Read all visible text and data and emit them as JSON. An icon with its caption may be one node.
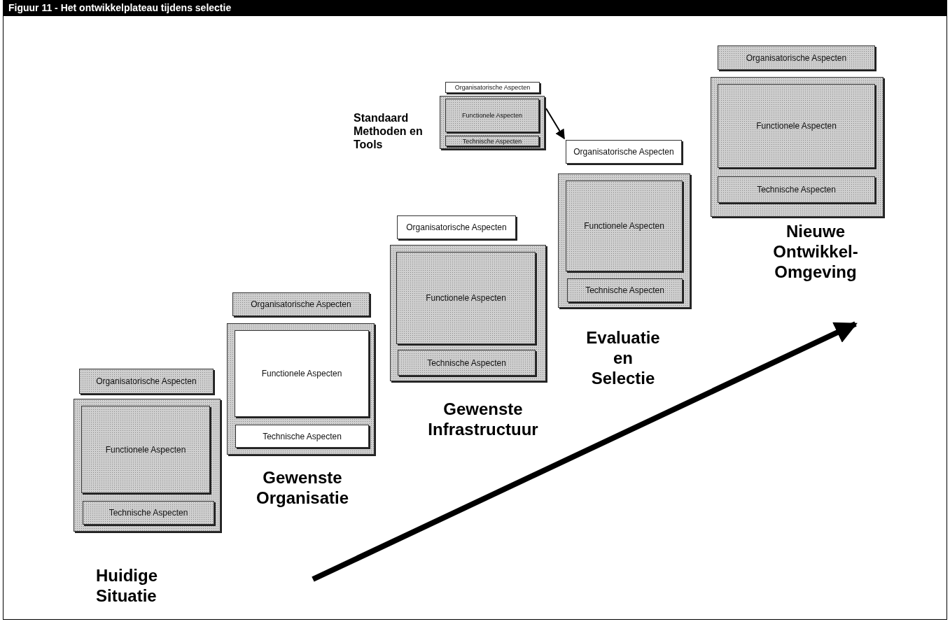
{
  "diagram": {
    "title": "Figuur 11 - Het ontwikkelplateau tijdens selectie",
    "nodes": [
      {
        "text": [
          "Organisatorische Aspecten"
        ]
      },
      {
        "text": [],
        "shape": "box",
        "beside": [
          "Huidige Situatie"
        ]
      },
      {
        "text": [
          "Functionele Aspecten"
        ],
        "in": 1
      },
      {
        "text": [
          "Technische Aspecten"
        ],
        "in": 1
      },
      {
        "text": [
          "Organisatorische Aspecten"
        ]
      },
      {
        "text": [],
        "shape": "box",
        "beside": [
          "Gewenste Organisatie"
        ]
      },
      {
        "text": [
          "Functionele Aspecten"
        ],
        "in": 5
      },
      {
        "text": [
          "Technische Aspecten"
        ],
        "in": 5
      },
      {
        "text": [
          "Organisatorische Aspecten"
        ]
      },
      {
        "text": [],
        "shape": "box",
        "beside": [
          "Gewenste Infrastructuur"
        ]
      },
      {
        "text": [
          "Functionele Aspecten"
        ],
        "in": 9
      },
      {
        "text": [
          "Technische Aspecten"
        ],
        "in": 9
      },
      {
        "text": [
          "Organisatorische Aspecten"
        ]
      },
      {
        "text": [],
        "shape": "box",
        "beside": [
          "Standaard Methoden en Tools"
        ]
      },
      {
        "text": [
          "Functionele Aspecten"
        ],
        "in": 13
      },
      {
        "text": [
          "Technische Aspecten"
        ],
        "in": 13
      },
      {
        "text": [
          "Organisatorische Aspecten"
        ]
      },
      {
        "text": [],
        "shape": "box",
        "beside": [
          "Evaluatie en Selectie"
        ]
      },
      {
        "text": [
          "Functionele Aspecten"
        ],
        "in": 17
      },
      {
        "text": [
          "Technische Aspecten"
        ],
        "in": 17
      },
      {
        "text": [
          "Organisatorische Aspecten"
        ]
      },
      {
        "text": [],
        "shape": "box",
        "beside": [
          "Nieuwe Ontwikkel- Omgeving"
        ]
      },
      {
        "text": [
          "Functionele Aspecten"
        ],
        "in": 21
      },
      {
        "text": [
          "Technische Aspecten"
        ],
        "in": 21
      }
    ],
    "edges": [
      {
        "from": 13,
        "to": 16,
        "arrow": "to"
      }
    ]
  }
}
